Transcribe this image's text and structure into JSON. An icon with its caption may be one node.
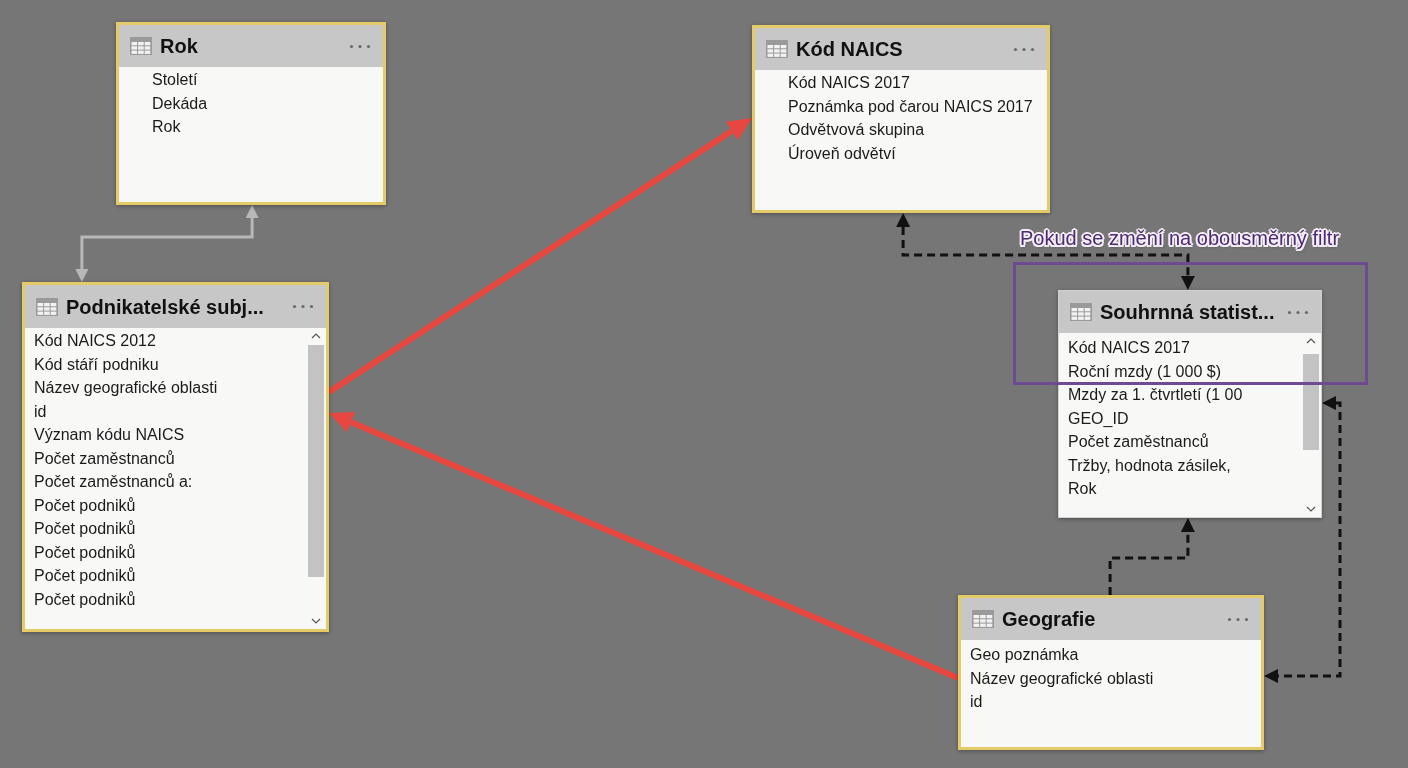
{
  "diagram": {
    "nodes": [
      {
        "text": [
          "Rok",
          "Století",
          "Dekáda",
          "Rok"
        ]
      },
      {
        "text": [
          "Kód NAICS",
          "Kód NAICS 2017",
          "Poznámka pod čarou NAICS 2017",
          "Odvětvová skupina",
          "Úroveň odvětví"
        ]
      },
      {
        "text": [
          "Podnikatelské subj...",
          "Kód NAICS 2012",
          "Kód stáří podniku",
          "Název geografické oblasti",
          "id",
          "Význam kódu NAICS",
          "Počet zaměstnanců",
          "Počet zaměstnanců a:",
          "Počet podniků",
          "Počet podniků",
          "Počet podniků",
          "Počet podniků",
          "Počet podniků"
        ]
      },
      {
        "text": [
          "Souhrnná statist...",
          "Kód NAICS 2017",
          "Roční mzdy (1 000 $)",
          "Mzdy za 1. čtvrtletí (1 00",
          "GEO_ID",
          "Počet zaměstnanců",
          "Tržby, hodnota zásilek,",
          "Rok"
        ]
      },
      {
        "text": [
          "Geografie",
          "Geo poznámka",
          "Název geografické oblasti",
          "id"
        ]
      }
    ],
    "edges": [
      {
        "from": 0,
        "to": 2,
        "arrow": "both",
        "color": "#b8b8b8"
      },
      {
        "from": 2,
        "to": 1,
        "arrow": "to",
        "style": "thick",
        "color": "#e8473f"
      },
      {
        "from": 4,
        "to": 2,
        "arrow": "to",
        "style": "thick",
        "color": "#e8473f"
      },
      {
        "from": 1,
        "to": 3,
        "arrow": "both",
        "style": "dashed"
      },
      {
        "from": 4,
        "to": 3,
        "arrow": "to",
        "style": "dashed"
      },
      {
        "from": 3,
        "to": 4,
        "arrow": "both",
        "style": "dashed"
      }
    ],
    "labels": [
      "Pokud se změní na obousměrný filtr"
    ]
  }
}
